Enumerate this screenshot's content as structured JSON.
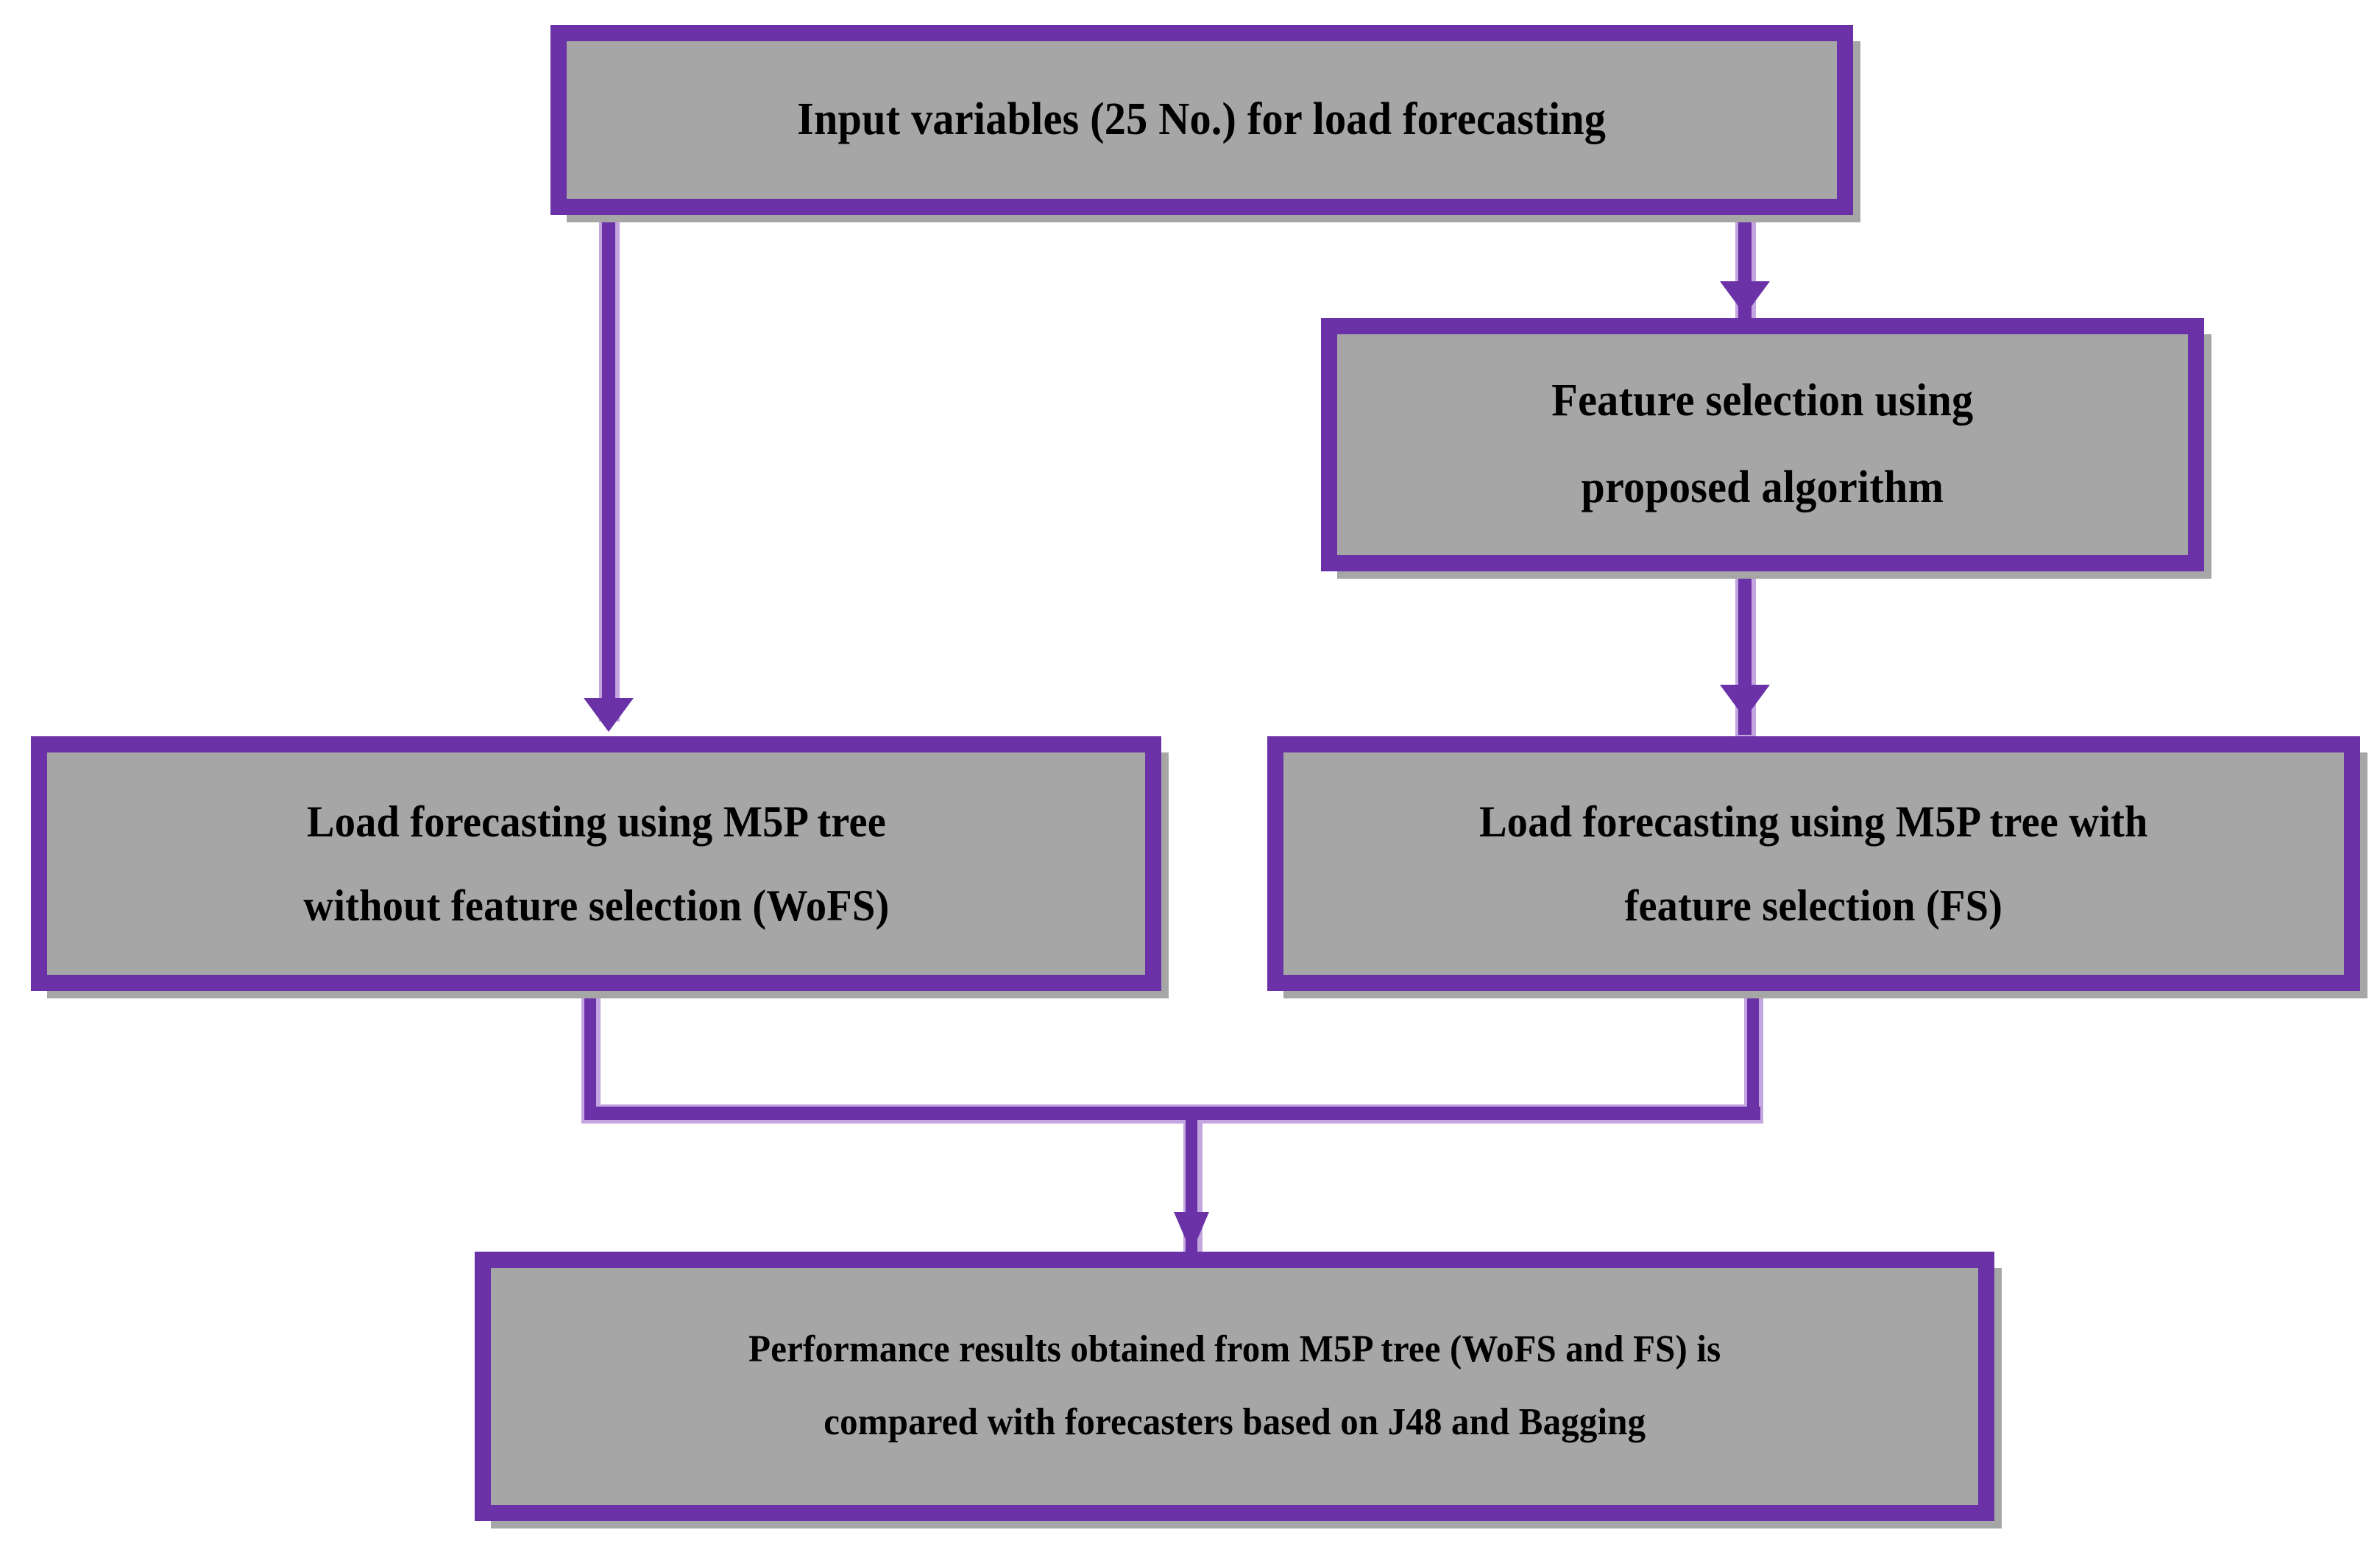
{
  "diagram": {
    "title": "Load forecasting methodology flowchart",
    "background_color": "#ffffff",
    "node_fill_color": "#d9e1f2",
    "node_border_color": "#6b32a8",
    "node_shadow_color": "#a6a6a6",
    "connector_color": "#6b32a8",
    "text_color": "#000000"
  },
  "nodes": {
    "input": {
      "label": "Input variables (25 No.) for load forecasting"
    },
    "feature_selection": {
      "label": "Feature selection using\nproposed algorithm"
    },
    "wofs": {
      "label": "Load forecasting using M5P tree\nwithout feature selection (WoFS)"
    },
    "fs": {
      "label": "Load forecasting using M5P tree with\nfeature selection (FS)"
    },
    "comparison": {
      "label": "Performance results obtained from M5P tree (WoFS and FS) is\ncompared with forecasters based on J48 and Bagging"
    }
  },
  "edges": [
    {
      "from": "input",
      "to": "wofs",
      "kind": "vertical-arrow"
    },
    {
      "from": "input",
      "to": "feature_selection",
      "kind": "vertical-arrow"
    },
    {
      "from": "feature_selection",
      "to": "fs",
      "kind": "vertical-arrow"
    },
    {
      "from": "wofs",
      "to": "comparison",
      "kind": "merge-arrow"
    },
    {
      "from": "fs",
      "to": "comparison",
      "kind": "merge-arrow"
    }
  ]
}
